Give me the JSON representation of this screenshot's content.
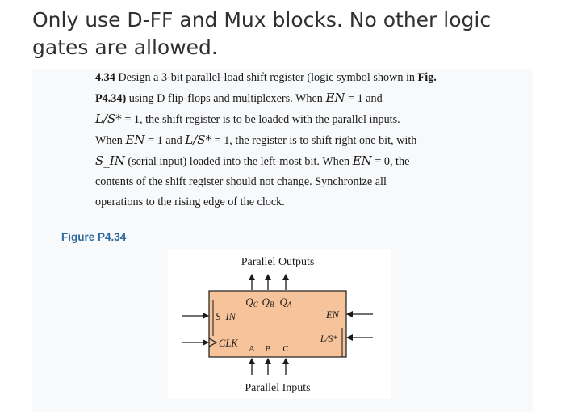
{
  "question": {
    "line1": "Only use D-FF and Mux blocks. No other logic",
    "line2": "gates are allowed."
  },
  "problem": {
    "number": "4.34",
    "l1_text": "Design a 3-bit parallel-load shift register (logic symbol shown in",
    "l1_fig": "Fig.",
    "l2_fig": "P4.34)",
    "l2_a": "using D flip-flops and multiplexers. When",
    "l2_en": "EN",
    "l2_b": "= 1 and",
    "l3_ls": "L/S*",
    "l3_b": "= 1, the shift register is to be loaded with the parallel inputs.",
    "l4_a": "When",
    "l4_en": "EN",
    "l4_b": "= 1 and",
    "l4_ls": "L/S*",
    "l4_c": "= 1, the register is to shift right one bit, with",
    "l5_sin": "S_IN",
    "l5_a": "(serial input) loaded into the left-most bit. When",
    "l5_en": "EN",
    "l5_b": "= 0, the",
    "l6": "contents of the shift register should not change. Synchronize all",
    "l7": "operations to the rising edge of the clock."
  },
  "figure": {
    "label": "Figure P4.34",
    "outputs_label": "Parallel Outputs",
    "inputs_label": "Parallel Inputs",
    "qc": "Q",
    "qc_sub": "C",
    "qb": "Q",
    "qb_sub": "B",
    "qa": "Q",
    "qa_sub": "A",
    "sin": "S_IN",
    "clk": "CLK",
    "in_a": "A",
    "in_b": "B",
    "in_c": "C",
    "en": "EN",
    "ls": "L/S*",
    "box_color": "#f7c39a",
    "line_color": "#1a1a1a"
  }
}
